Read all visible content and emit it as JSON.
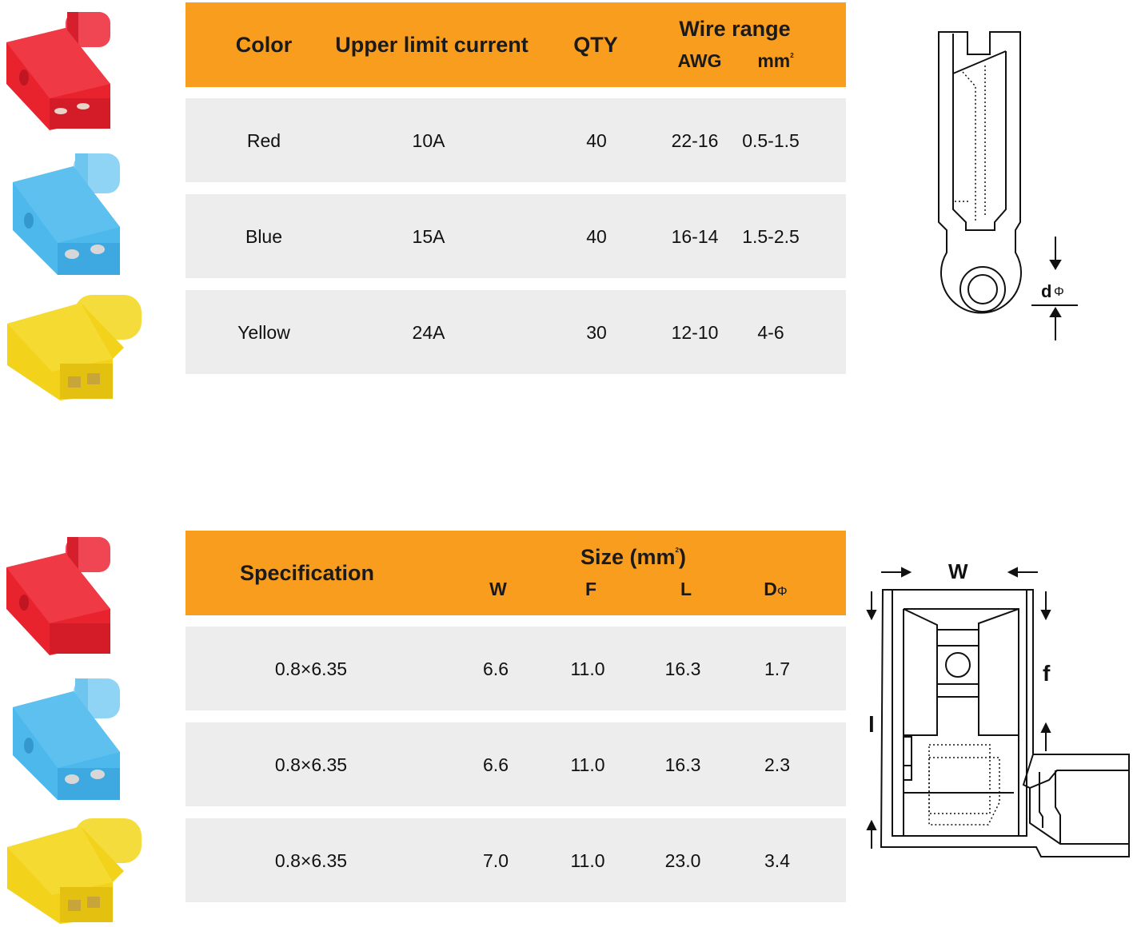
{
  "colors": {
    "header_bg": "#F89D1E",
    "row_bg": "#EDEDED",
    "red": "#E8232E",
    "blue": "#4DB8EC",
    "yellow": "#F2D21B"
  },
  "table1": {
    "headers": {
      "color": "Color",
      "current": "Upper limit current",
      "qty": "QTY",
      "wire_range": "Wire range",
      "awg": "AWG",
      "mm": "mm",
      "mm_sup": "2"
    },
    "rows": [
      {
        "color": "Red",
        "current": "10A",
        "qty": "40",
        "awg": "22-16",
        "mm": "0.5-1.5"
      },
      {
        "color": "Blue",
        "current": "15A",
        "qty": "40",
        "awg": "16-14",
        "mm": "1.5-2.5"
      },
      {
        "color": "Yellow",
        "current": "24A",
        "qty": "30",
        "awg": "12-10",
        "mm": "4-6"
      }
    ]
  },
  "table2": {
    "headers": {
      "spec": "Specification",
      "size": "Size (mm",
      "size_sup": "2",
      "size_close": ")",
      "w": "W",
      "f": "F",
      "l": "L",
      "d": "D",
      "phi": "Φ"
    },
    "rows": [
      {
        "spec": "0.8×6.35",
        "w": "6.6",
        "f": "11.0",
        "l": "16.3",
        "d": "1.7"
      },
      {
        "spec": "0.8×6.35",
        "w": "6.6",
        "f": "11.0",
        "l": "16.3",
        "d": "2.3"
      },
      {
        "spec": "0.8×6.35",
        "w": "7.0",
        "f": "11.0",
        "l": "23.0",
        "d": "3.4"
      }
    ]
  },
  "diagram1": {
    "label_d": "d",
    "label_phi": "Φ"
  },
  "diagram2": {
    "label_w": "W",
    "label_f": "f",
    "label_l": "l"
  }
}
